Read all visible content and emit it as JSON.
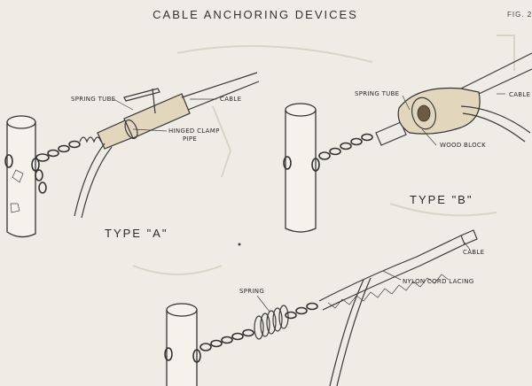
{
  "title": "CABLE ANCHORING DEVICES",
  "figure_number": "FIG. 2",
  "type_a": {
    "caption": "TYPE \"A\"",
    "labels": {
      "spring_tube": "SPRING TUBE",
      "cable": "CABLE",
      "hinged_clamp": "HINGED CLAMP",
      "pipe": "PIPE"
    }
  },
  "type_b": {
    "caption": "TYPE \"B\"",
    "labels": {
      "spring_tube": "SPRING TUBE",
      "cable": "CABLE",
      "wood_block": "WOOD BLOCK"
    }
  },
  "type_c": {
    "labels": {
      "spring": "SPRING",
      "cable": "CABLE",
      "nylon_cord_lacing": "NYLON CORD LACING"
    }
  },
  "colors": {
    "paper": "#eeece4",
    "ink": "#333333"
  }
}
